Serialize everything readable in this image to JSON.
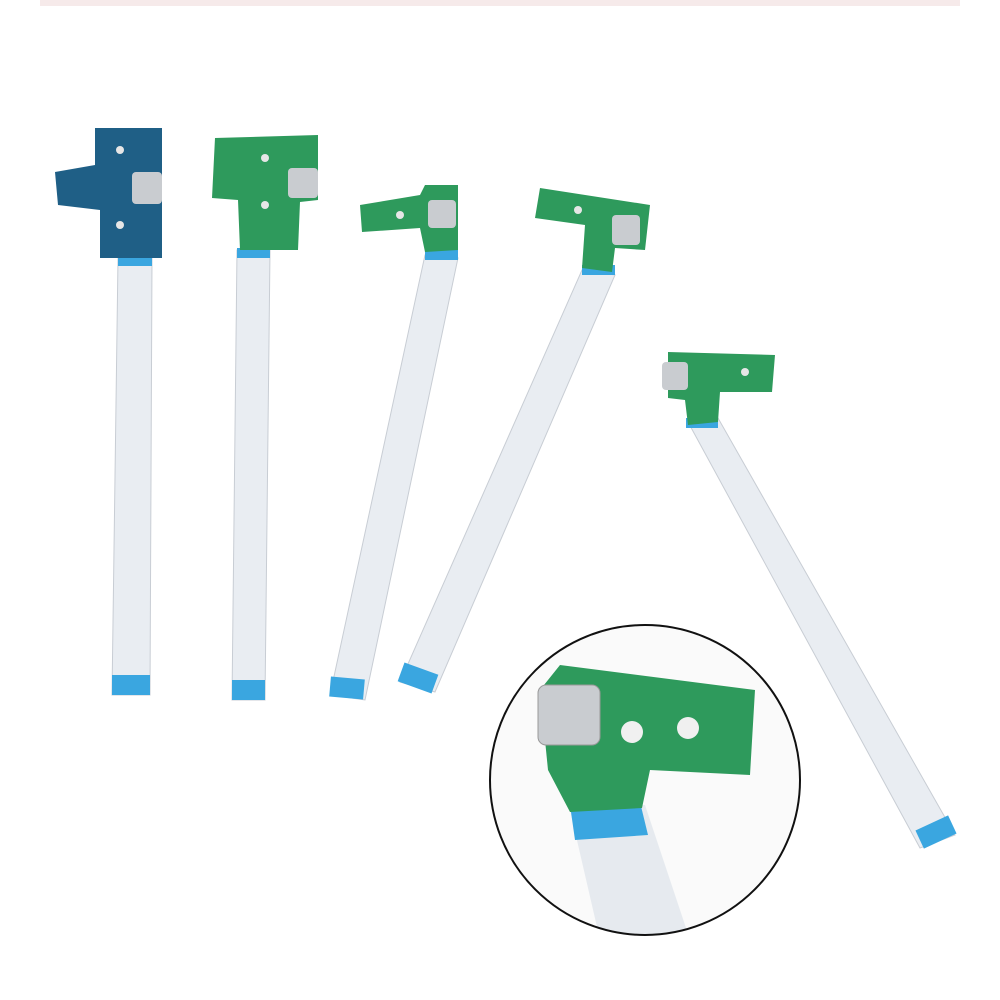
{
  "colors": {
    "background": "#ffffff",
    "board_blue": "#1f5f86",
    "board_green": "#2e9a5c",
    "cable": "#e9edf2",
    "cable_tip": "#3aa6e0",
    "port": "#c9ccd0",
    "inset_ring": "#111111"
  },
  "items": [
    {
      "board": "blue"
    },
    {
      "board": "green"
    },
    {
      "board": "green"
    },
    {
      "board": "green"
    },
    {
      "board": "green"
    }
  ]
}
